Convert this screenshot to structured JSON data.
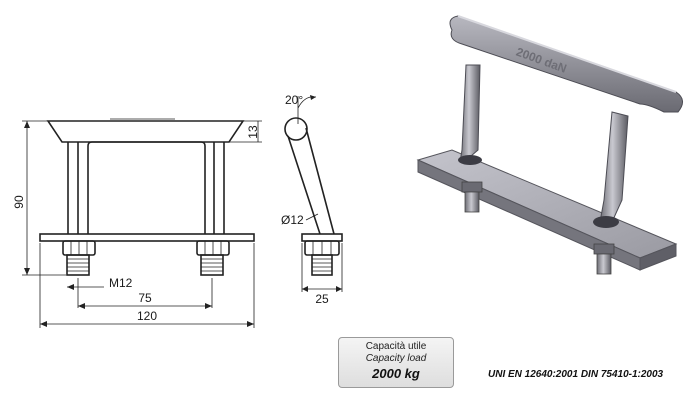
{
  "dimensions": {
    "height": "90",
    "top_thickness": "13",
    "angle": "20°",
    "rod_diameter": "Ø12",
    "thread": "M12",
    "bolt_spacing": "75",
    "total_length": "120",
    "plate_width": "25"
  },
  "handle_marking": "2000 daN",
  "capacity": {
    "label_it": "Capacità utile",
    "label_en": "Capacity  load",
    "value": "2000 kg"
  },
  "standards": "UNI EN 12640:2001 DIN 75410-1:2003"
}
